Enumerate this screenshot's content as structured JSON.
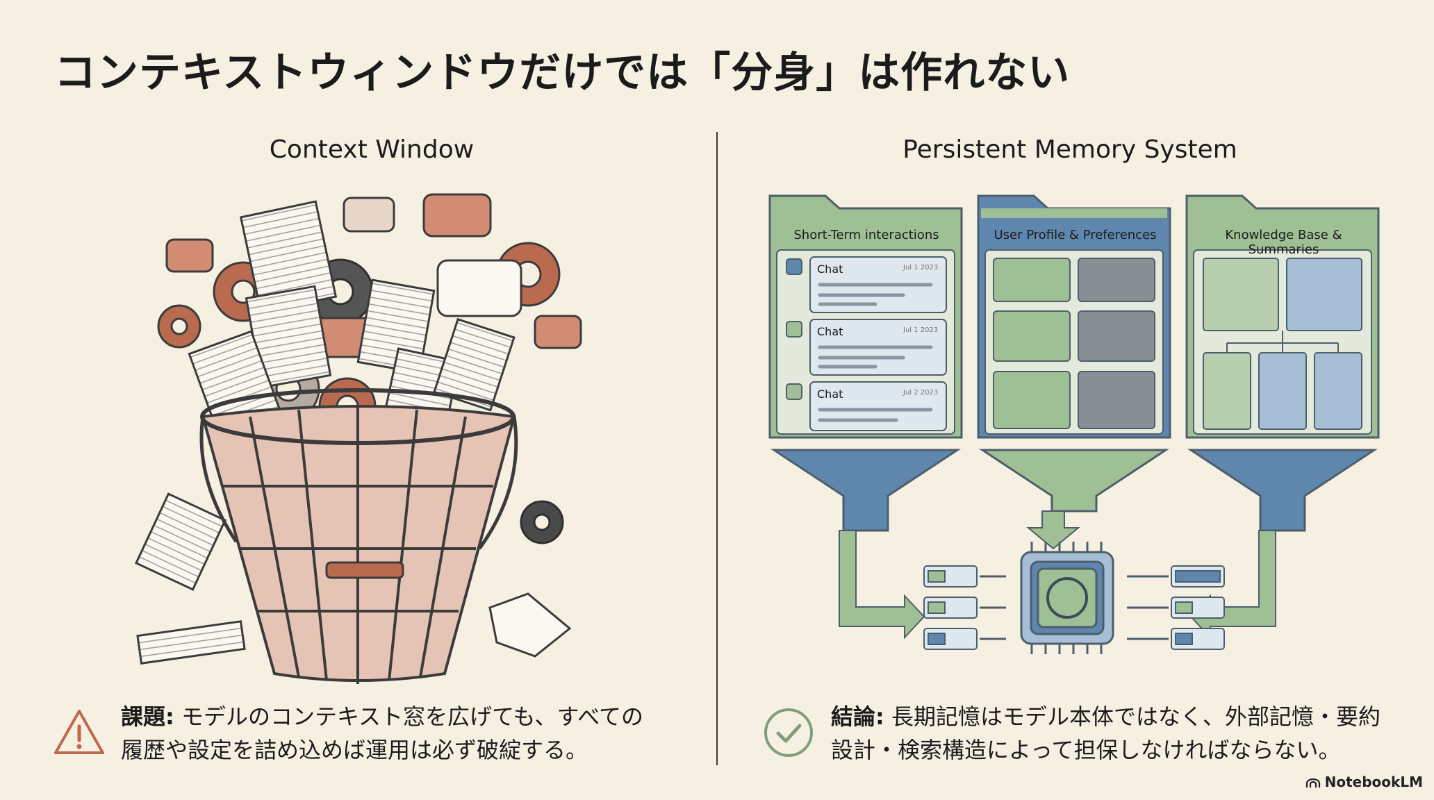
{
  "title": "コンテキストウィンドウだけでは「分身」は作れない",
  "left": {
    "heading": "Context Window",
    "caption_label": "課題:",
    "caption_line1": " モデルのコンテキスト窓を広げても、すべての",
    "caption_line2": "履歴や設定を詰め込めば運用は必ず破綻する。",
    "icon": "warning-icon",
    "colors": {
      "accent": "#c0674d",
      "outline": "#3b3b3b"
    }
  },
  "right": {
    "heading": "Persistent Memory System",
    "folders": [
      {
        "label": "Short-Term interactions",
        "color": "#9fbf95"
      },
      {
        "label": "User Profile & Preferences",
        "color": "#5f86ad"
      },
      {
        "label": "Knowledge Base & Summaries",
        "color": "#9fbf95"
      }
    ],
    "chat_cards": [
      {
        "label": "Chat",
        "date": "Jul 1 2023"
      },
      {
        "label": "Chat",
        "date": "Jul 1 2023"
      },
      {
        "label": "Chat",
        "date": "Jul 2 2023"
      }
    ],
    "chip_icon": "openai-logo-icon",
    "caption_label": "結論:",
    "caption_line1": " 長期記憶はモデル本体ではなく、外部記憶・要約",
    "caption_line2": "設計・検索構造によって担保しなければならない。",
    "icon": "check-circle-icon",
    "colors": {
      "green": "#9fbf95",
      "blue": "#5f86ad",
      "check": "#7f9e7a"
    }
  },
  "brand": "NotebookLM"
}
